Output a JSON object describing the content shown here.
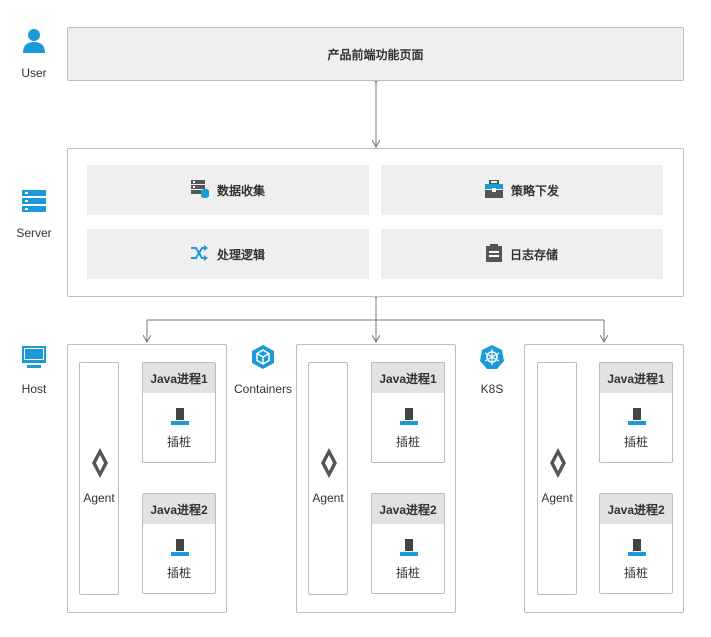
{
  "roles": {
    "user": "User",
    "server": "Server",
    "host": "Host",
    "containers": "Containers",
    "k8s": "K8S"
  },
  "frontend": {
    "label": "产品前端功能页面"
  },
  "server_cells": {
    "data_collect": "数据收集",
    "strategy": "策略下发",
    "logic": "处理逻辑",
    "log_store": "日志存储"
  },
  "env": {
    "agent_label": "Agent",
    "process1": "Java进程1",
    "process2": "Java进程2",
    "stake": "插桩"
  },
  "colors": {
    "accent": "#1a9bd7",
    "icon_dark": "#555555",
    "panel": "#efefef",
    "border": "#bdbdbd"
  }
}
